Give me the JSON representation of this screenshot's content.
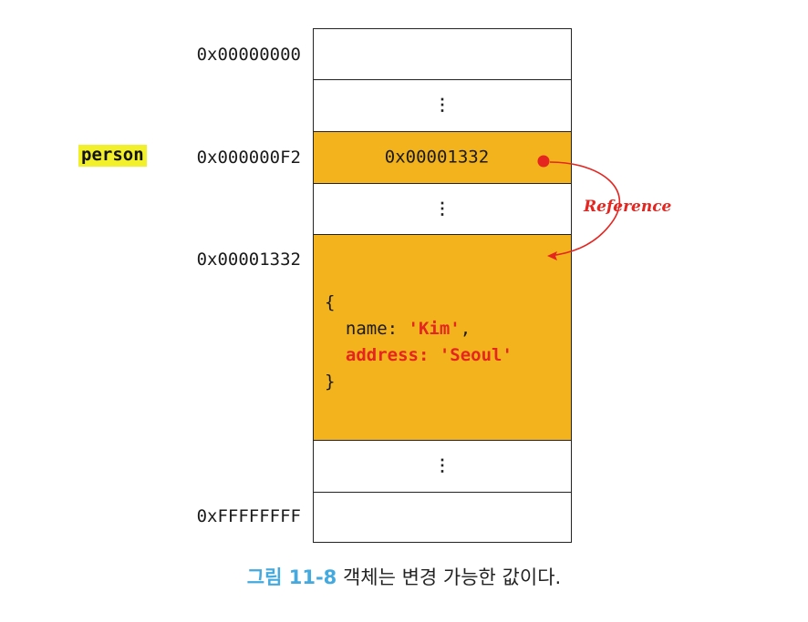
{
  "addresses": {
    "start": "0x00000000",
    "person_addr": "0x000000F2",
    "object_addr": "0x00001332",
    "end": "0xFFFFFFFF"
  },
  "variable": "person",
  "cells": {
    "ellipsis": "⋮",
    "person_value": "0x00001332"
  },
  "object": {
    "open": "{",
    "name_key": "  name: ",
    "name_value": "'Kim'",
    "name_comma": ",",
    "address_line": "  address: 'Seoul'",
    "close": "}"
  },
  "reference_label": "Reference",
  "caption": {
    "figure": "그림 11-8",
    "text": " 객체는 변경 가능한 값이다."
  },
  "colors": {
    "cell_fill": "#f3b31c",
    "highlight": "#f2ef2b",
    "accent_red": "#e42520",
    "caption_blue": "#43a9de"
  }
}
